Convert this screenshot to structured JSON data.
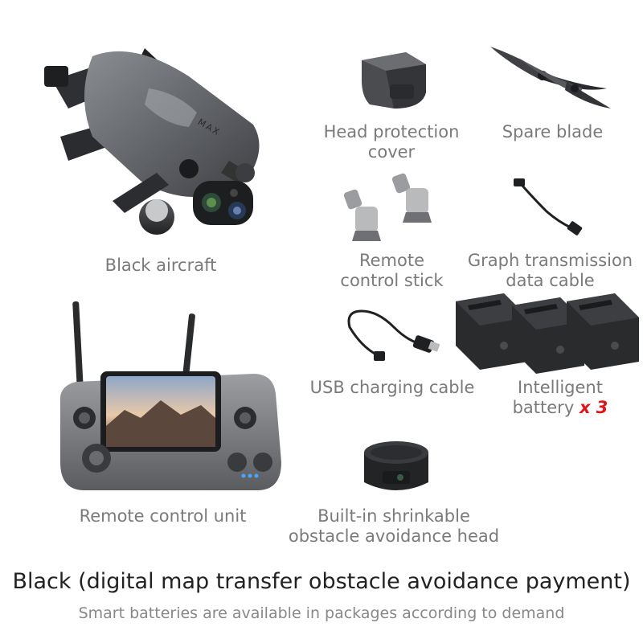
{
  "items": {
    "aircraft": {
      "label": "Black aircraft",
      "icon": "drone-icon",
      "marking": "MAX"
    },
    "head_cover": {
      "line1": "Head protection",
      "line2": "cover",
      "icon": "head-cover-icon"
    },
    "spare_blade": {
      "label": "Spare blade",
      "icon": "propeller-icon"
    },
    "control_stick": {
      "line1": "Remote",
      "line2": "control stick",
      "icon": "joystick-icon"
    },
    "data_cable": {
      "line1": "Graph transmission",
      "line2": "data cable",
      "icon": "cable-icon"
    },
    "remote_unit": {
      "label": "Remote control unit",
      "icon": "remote-controller-icon"
    },
    "usb_cable": {
      "label": "USB charging cable",
      "icon": "usb-cable-icon"
    },
    "battery": {
      "line1": "Intelligent",
      "line2": "battery",
      "quantity": "x 3",
      "icon": "battery-icon"
    },
    "obstacle_head": {
      "line1": "Built-in shrinkable",
      "line2": "obstacle avoidance head",
      "icon": "sensor-head-icon"
    }
  },
  "footer": {
    "title": "Black (digital map transfer obstacle avoidance payment)",
    "subtitle": "Smart batteries are available in packages according to demand"
  },
  "colors": {
    "caption": "#7a7a7a",
    "quantity": "#e0161b",
    "title": "#222222"
  }
}
